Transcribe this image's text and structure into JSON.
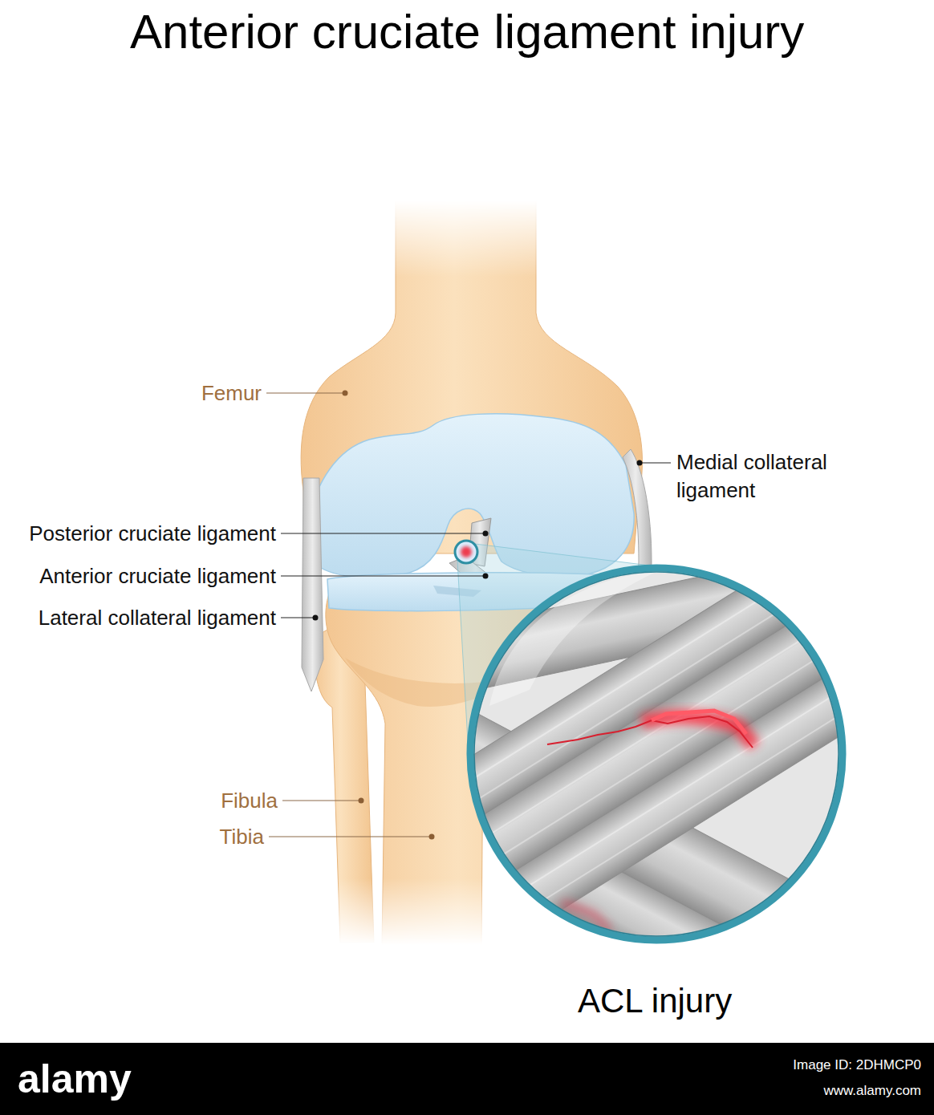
{
  "diagram": {
    "title": "Anterior cruciate ligament injury",
    "caption": "ACL injury",
    "labels": [
      "Femur",
      "Medial collateral ligament",
      "Posterior cruciate ligament",
      "Anterior cruciate ligament",
      "Lateral collateral ligament",
      "Fibula",
      "Tibia",
      "alamy",
      "Image ID: 2DHMCP0",
      "www.alamy.com"
    ]
  }
}
